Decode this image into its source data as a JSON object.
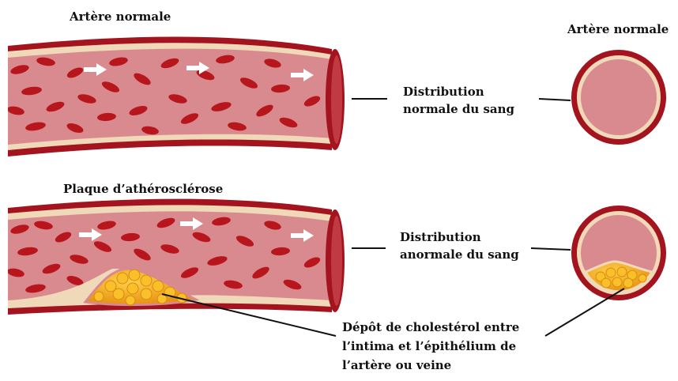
{
  "labels": {
    "top_artery_title": "Artère normale",
    "cross_section_title": "Artère normale",
    "plaque_title": "Plaque d’athérosclérose",
    "normal_flow_line1": "Distribution",
    "normal_flow_line2": "normale du sang",
    "abnormal_flow_line1": "Distribution",
    "abnormal_flow_line2": "anormale du sang",
    "cholesterol_line1": "Dépôt de cholestérol entre",
    "cholesterol_line2": "l’intima et l’épithélium de",
    "cholesterol_line3": "l’artère ou veine"
  },
  "colors": {
    "vessel_wall": "#a3141f",
    "intima_layer": "#f0d9b8",
    "lumen": "#d98a8f",
    "blood_cell": "#b8161d",
    "flow_arrow": "#ffffff",
    "cholesterol": "#f6a81c",
    "leader_line": "#111111"
  }
}
